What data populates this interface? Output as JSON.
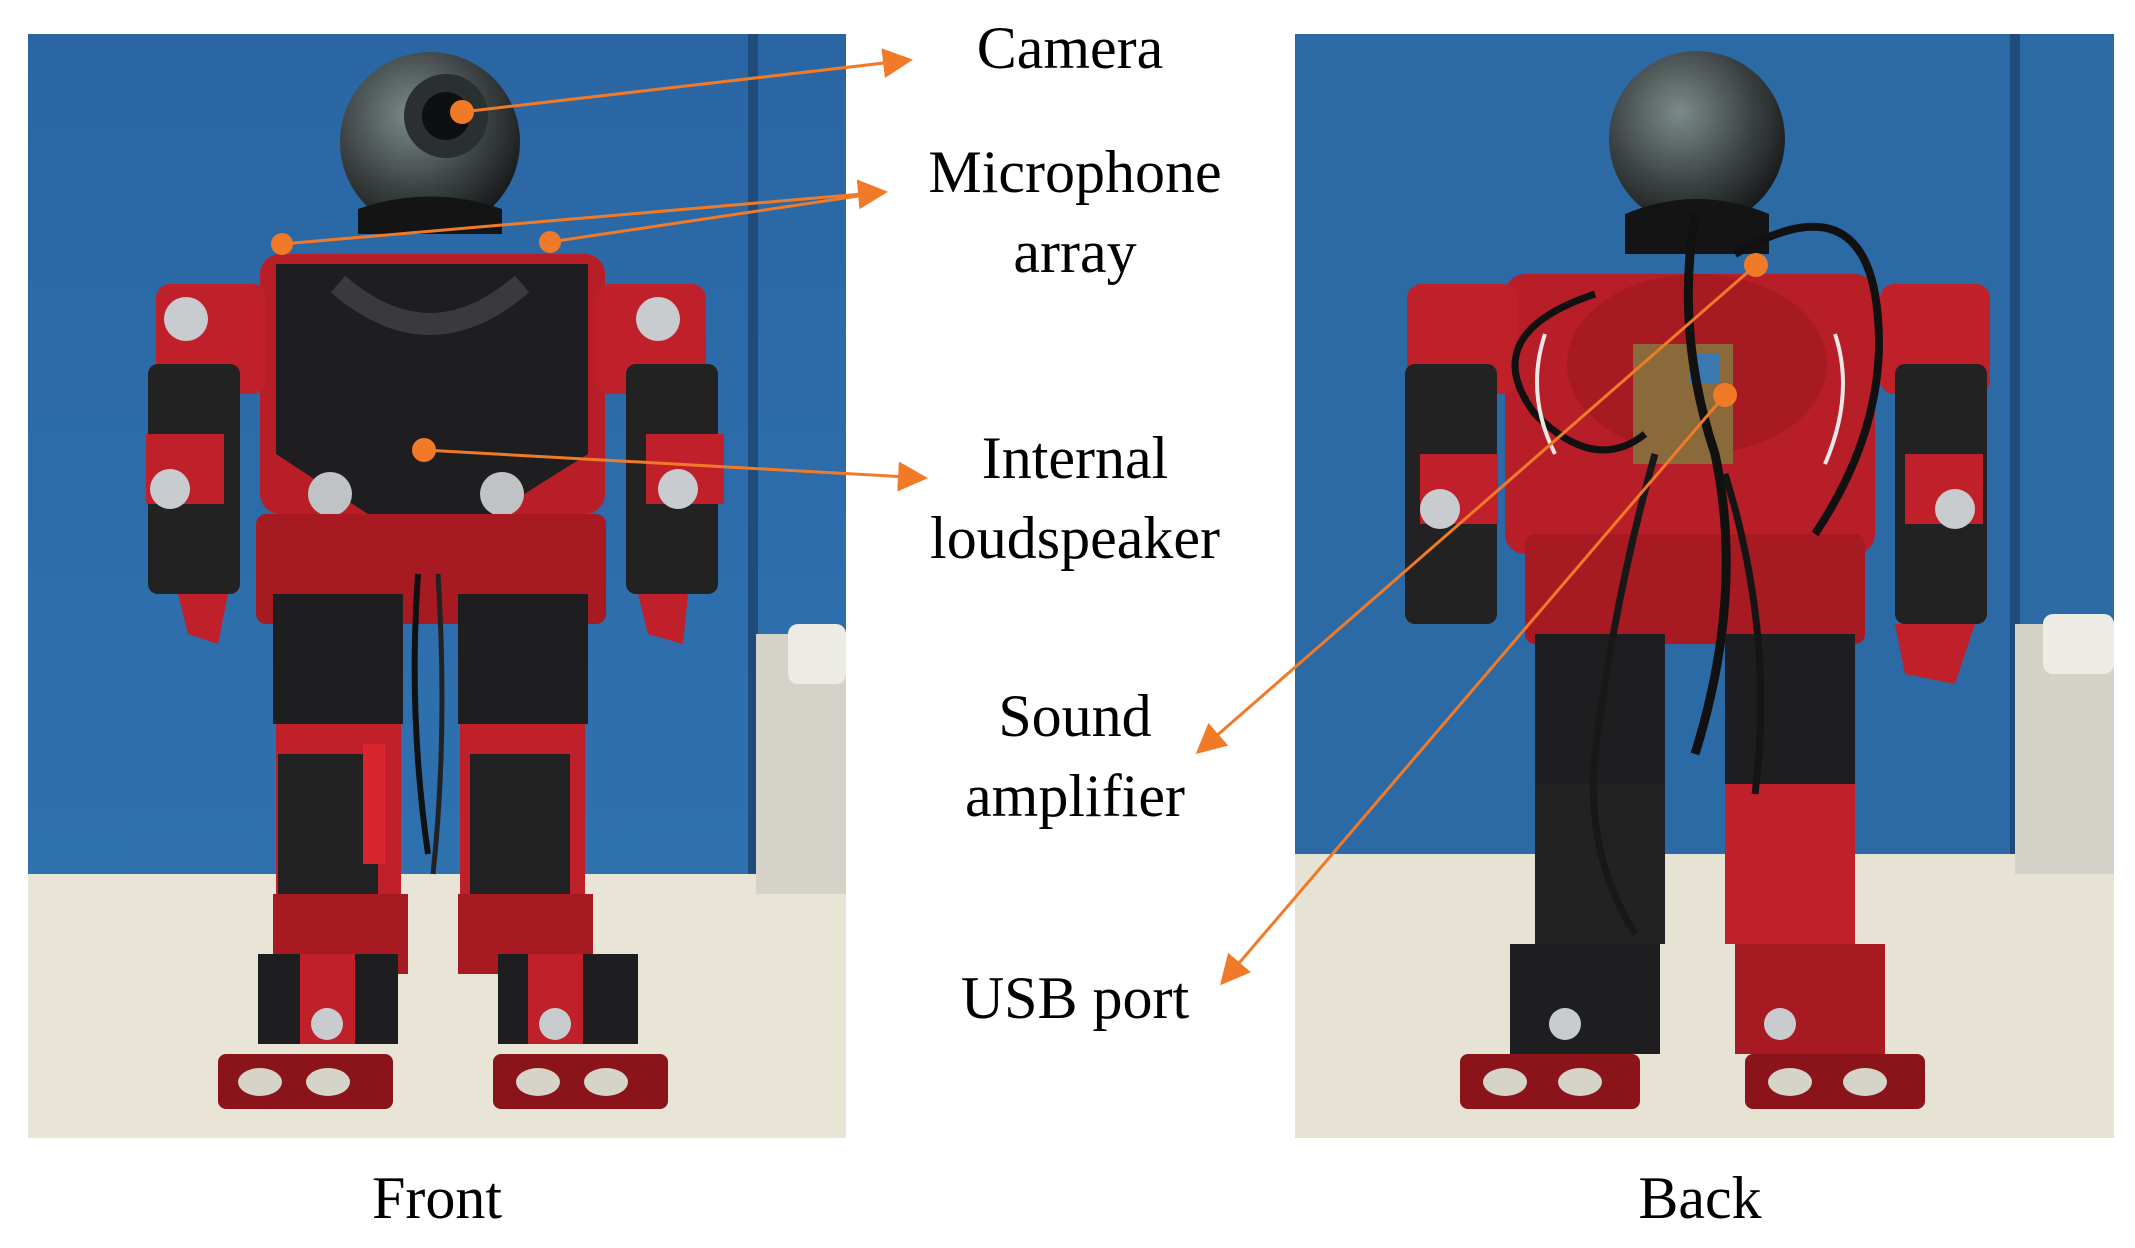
{
  "colors": {
    "arrow": "#f07a28",
    "wall": "#2f6da8",
    "robot_red": "#c0202a",
    "robot_black": "#1c1c1e",
    "table": "#e9e6d8"
  },
  "labels": {
    "camera": "Camera",
    "microphone_line1": "Microphone",
    "microphone_line2": "array",
    "loudspeaker_line1": "Internal",
    "loudspeaker_line2": "loudspeaker",
    "amplifier_line1": "Sound",
    "amplifier_line2": "amplifier",
    "usb": "USB port"
  },
  "captions": {
    "front": "Front",
    "back": "Back"
  }
}
